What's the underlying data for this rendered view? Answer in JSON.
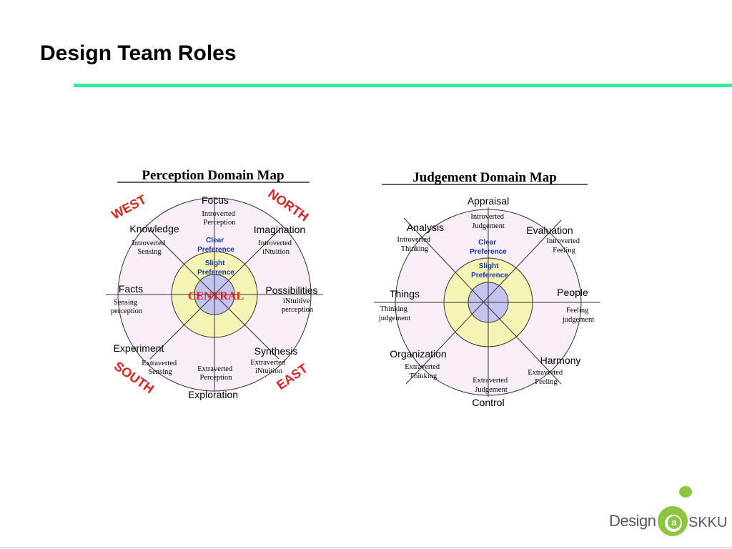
{
  "slide": {
    "title": "Design Team Roles"
  },
  "perception_map": {
    "title": "Perception Domain Map",
    "directions": {
      "west": "WEST",
      "north": "NORTH",
      "south": "SOUTH",
      "east": "EAST"
    },
    "center": "CENTRAL",
    "clear": [
      "Clear",
      "Preference"
    ],
    "slight": [
      "Slight",
      "Preference"
    ],
    "roles": {
      "focus": {
        "name": "Focus",
        "desc": [
          "Introverted",
          "Perception"
        ]
      },
      "knowledge": {
        "name": "Knowledge",
        "desc": [
          "Introverted",
          "Sensing"
        ]
      },
      "imagination": {
        "name": "Imagination",
        "desc": [
          "Introverted",
          "iNtuition"
        ]
      },
      "facts": {
        "name": "Facts",
        "desc": [
          "Sensing",
          "perception"
        ]
      },
      "possibilities": {
        "name": "Possibilities",
        "desc": [
          "iNtuitive",
          "perception"
        ]
      },
      "experiment": {
        "name": "Experiment",
        "desc": [
          "Extraverted",
          "Sensing"
        ]
      },
      "synthesis": {
        "name": "Synthesis",
        "desc": [
          "Extraverted",
          "iNtuition"
        ]
      },
      "exploration": {
        "name": "Exploration",
        "desc": [
          "Extraverted",
          "Perception"
        ]
      }
    }
  },
  "judgement_map": {
    "title": "Judgement Domain Map",
    "clear": [
      "Clear",
      "Preference"
    ],
    "slight": [
      "Slight",
      "Preference"
    ],
    "roles": {
      "appraisal": {
        "name": "Appraisal",
        "desc": [
          "Introverted",
          "Judgement"
        ]
      },
      "analysis": {
        "name": "Analysis",
        "desc": [
          "Introverted",
          "Thinking"
        ]
      },
      "evaluation": {
        "name": "Evaluation",
        "desc": [
          "Introverted",
          "Feeling"
        ]
      },
      "things": {
        "name": "Things",
        "desc": [
          "Thinking",
          "judgement"
        ]
      },
      "people": {
        "name": "People",
        "desc": [
          "Feeling",
          "judgement"
        ]
      },
      "organization": {
        "name": "Organization",
        "desc": [
          "Extraverted",
          "Thinking"
        ]
      },
      "harmony": {
        "name": "Harmony",
        "desc": [
          "Extraverted",
          "Feeling"
        ]
      },
      "control": {
        "name": "Control",
        "desc": [
          "Extraverted",
          "Judgement"
        ]
      }
    }
  },
  "logo": {
    "design": "Design",
    "a": "a",
    "skku": "SKKU"
  },
  "colors": {
    "title_rule": "#33ee99",
    "outer_ring": "#f7eef7",
    "middle_ring": "#f4f4b4",
    "inner_circle": "#c4c4f0",
    "direction_red": "#e8201c",
    "preference_blue": "#1a35b0",
    "logo_green": "#8cc63f"
  }
}
